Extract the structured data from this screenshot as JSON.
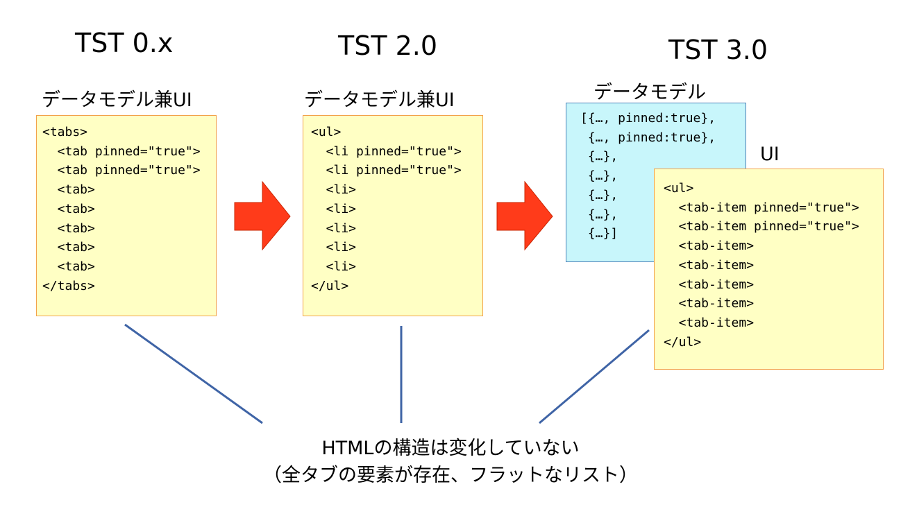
{
  "colors": {
    "arrow": "#ff3b1a",
    "connector": "#3f64a6",
    "code_box": "#ffffc4",
    "code_box_border": "#f2a24a",
    "model_box": "#c8f6fb",
    "model_box_border": "#4a7fb6"
  },
  "columns": [
    {
      "title": "TST 0.x",
      "label": "データモデル兼UI",
      "code": "<tabs>\n  <tab pinned=\"true\">\n  <tab pinned=\"true\">\n  <tab>\n  <tab>\n  <tab>\n  <tab>\n  <tab>\n</tabs>"
    },
    {
      "title": "TST 2.0",
      "label": "データモデル兼UI",
      "code": "<ul>\n  <li pinned=\"true\">\n  <li pinned=\"true\">\n  <li>\n  <li>\n  <li>\n  <li>\n  <li>\n</ul>"
    },
    {
      "title": "TST 3.0",
      "model_label": "データモデル",
      "model_code": "[{…, pinned:true},\n {…, pinned:true},\n {…},\n {…},\n {…},\n {…},\n {…}]",
      "ui_label": "UI",
      "ui_code": "<ul>\n  <tab-item pinned=\"true\">\n  <tab-item pinned=\"true\">\n  <tab-item>\n  <tab-item>\n  <tab-item>\n  <tab-item>\n  <tab-item>\n</ul>"
    }
  ],
  "caption": {
    "line1": "HTMLの構造は変化していない",
    "line2": "（全タブの要素が存在、フラットなリスト）"
  }
}
